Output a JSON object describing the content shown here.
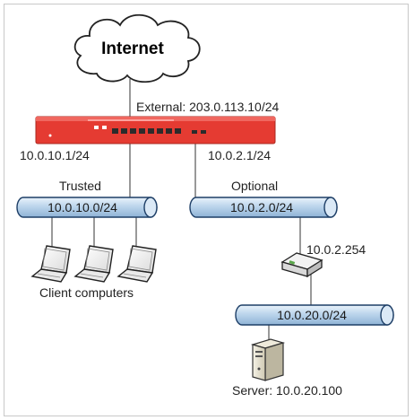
{
  "internet_label": "Internet",
  "external_label": "External: 203.0.113.10/24",
  "firewall": {
    "color": "#e53b32"
  },
  "trusted_gateway": "10.0.10.1/24",
  "optional_gateway": "10.0.2.1/24",
  "trusted_label": "Trusted",
  "optional_label": "Optional",
  "trusted_network": "10.0.10.0/24",
  "optional_network": "10.0.2.0/24",
  "router_address": "10.0.2.254",
  "server_network": "10.0.20.0/24",
  "clients_label": "Client computers",
  "server_label": "Server: 10.0.20.100",
  "pipe_color": "#b9d3ea"
}
